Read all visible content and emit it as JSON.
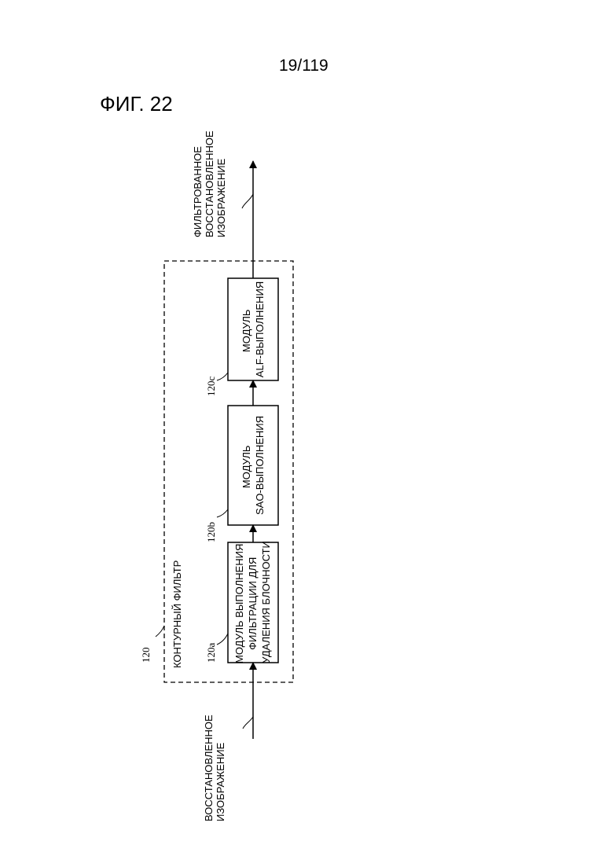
{
  "page": {
    "number": "19/119",
    "figure_title": "ФИГ. 22"
  },
  "diagram": {
    "container": {
      "ref": "120",
      "label": "КОНТУРНЫЙ ФИЛЬТР"
    },
    "input": {
      "lines": [
        "ВОССТАНОВЛЕННОЕ",
        "ИЗОБРАЖЕНИЕ"
      ]
    },
    "output": {
      "lines": [
        "ФИЛЬТРОВАННОЕ",
        "ВОССТАНОВЛЕННОЕ",
        "ИЗОБРАЖЕНИЕ"
      ]
    },
    "modules": [
      {
        "ref": "120a",
        "lines": [
          "МОДУЛЬ ВЫПОЛНЕНИЯ",
          "ФИЛЬТРАЦИИ ДЛЯ",
          "УДАЛЕНИЯ БЛОЧНОСТИ"
        ]
      },
      {
        "ref": "120b",
        "lines": [
          "МОДУЛЬ",
          "SAO-ВЫПОЛНЕНИЯ"
        ]
      },
      {
        "ref": "120c",
        "lines": [
          "МОДУЛЬ",
          "ALF-ВЫПОЛНЕНИЯ"
        ]
      }
    ]
  }
}
